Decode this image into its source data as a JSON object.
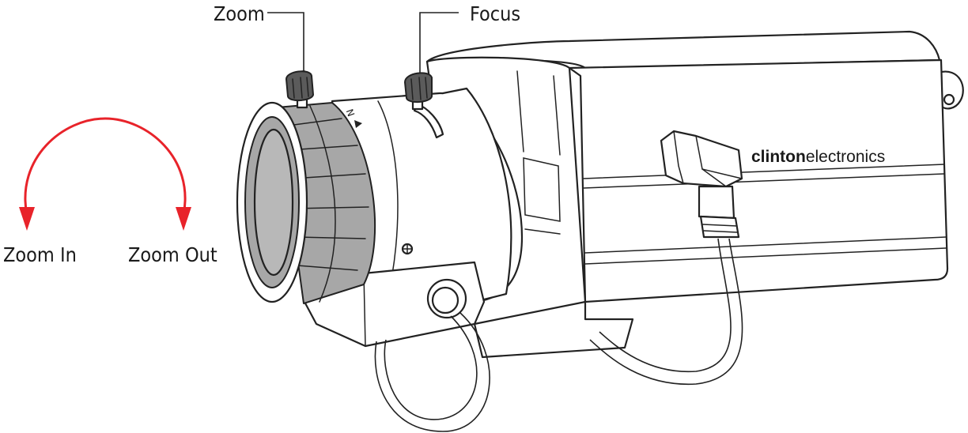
{
  "labels": {
    "zoom": "Zoom",
    "focus": "Focus",
    "zoom_in": "Zoom In",
    "zoom_out": "Zoom Out"
  },
  "brand": {
    "bold": "clinton",
    "light": "electronics"
  },
  "lens_marks": {
    "n_mark": "N"
  },
  "colors": {
    "arrow": "#e8232a",
    "ink": "#222222",
    "lens_grey": "#a7a7a7"
  },
  "icons": {
    "rotation_arrow": "curved-double-arrow-icon"
  }
}
